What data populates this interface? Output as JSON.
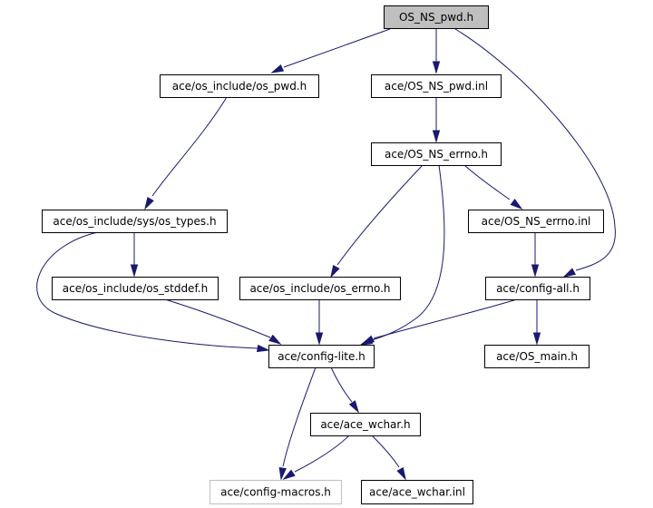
{
  "diagram": {
    "type": "include-dependency-graph",
    "colors": {
      "edge": "#191970",
      "node_border": "#000000",
      "node_fill": "#ffffff",
      "root_fill": "#bfbfbf",
      "missing_border": "#bfbfbf",
      "text": "#000000"
    },
    "nodes": [
      {
        "id": "os_ns_pwd_h",
        "label": "OS_NS_pwd.h",
        "root": true
      },
      {
        "id": "os_pwd_h",
        "label": "ace/os_include/os_pwd.h"
      },
      {
        "id": "os_ns_pwd_inl",
        "label": "ace/OS_NS_pwd.inl"
      },
      {
        "id": "os_ns_errno_h",
        "label": "ace/OS_NS_errno.h"
      },
      {
        "id": "sys_os_types_h",
        "label": "ace/os_include/sys/os_types.h"
      },
      {
        "id": "os_ns_errno_inl",
        "label": "ace/OS_NS_errno.inl"
      },
      {
        "id": "os_stddef_h",
        "label": "ace/os_include/os_stddef.h"
      },
      {
        "id": "os_errno_h",
        "label": "ace/os_include/os_errno.h"
      },
      {
        "id": "config_all_h",
        "label": "ace/config-all.h"
      },
      {
        "id": "config_lite_h",
        "label": "ace/config-lite.h"
      },
      {
        "id": "os_main_h",
        "label": "ace/OS_main.h"
      },
      {
        "id": "ace_wchar_h",
        "label": "ace/ace_wchar.h"
      },
      {
        "id": "config_macros_h",
        "label": "ace/config-macros.h",
        "missing": true
      },
      {
        "id": "ace_wchar_inl",
        "label": "ace/ace_wchar.inl"
      }
    ],
    "edges": [
      {
        "from": "os_ns_pwd_h",
        "to": "os_pwd_h"
      },
      {
        "from": "os_ns_pwd_h",
        "to": "os_ns_pwd_inl"
      },
      {
        "from": "os_ns_pwd_h",
        "to": "config_all_h"
      },
      {
        "from": "os_pwd_h",
        "to": "sys_os_types_h"
      },
      {
        "from": "os_ns_pwd_inl",
        "to": "os_ns_errno_h"
      },
      {
        "from": "os_ns_errno_h",
        "to": "os_ns_errno_inl"
      },
      {
        "from": "os_ns_errno_h",
        "to": "os_errno_h"
      },
      {
        "from": "os_ns_errno_h",
        "to": "config_lite_h"
      },
      {
        "from": "sys_os_types_h",
        "to": "os_stddef_h"
      },
      {
        "from": "sys_os_types_h",
        "to": "config_lite_h"
      },
      {
        "from": "os_ns_errno_inl",
        "to": "config_all_h"
      },
      {
        "from": "os_stddef_h",
        "to": "config_lite_h"
      },
      {
        "from": "os_errno_h",
        "to": "config_lite_h"
      },
      {
        "from": "config_all_h",
        "to": "config_lite_h"
      },
      {
        "from": "config_all_h",
        "to": "os_main_h"
      },
      {
        "from": "config_lite_h",
        "to": "ace_wchar_h"
      },
      {
        "from": "config_lite_h",
        "to": "config_macros_h"
      },
      {
        "from": "ace_wchar_h",
        "to": "config_macros_h"
      },
      {
        "from": "ace_wchar_h",
        "to": "ace_wchar_inl"
      }
    ]
  }
}
